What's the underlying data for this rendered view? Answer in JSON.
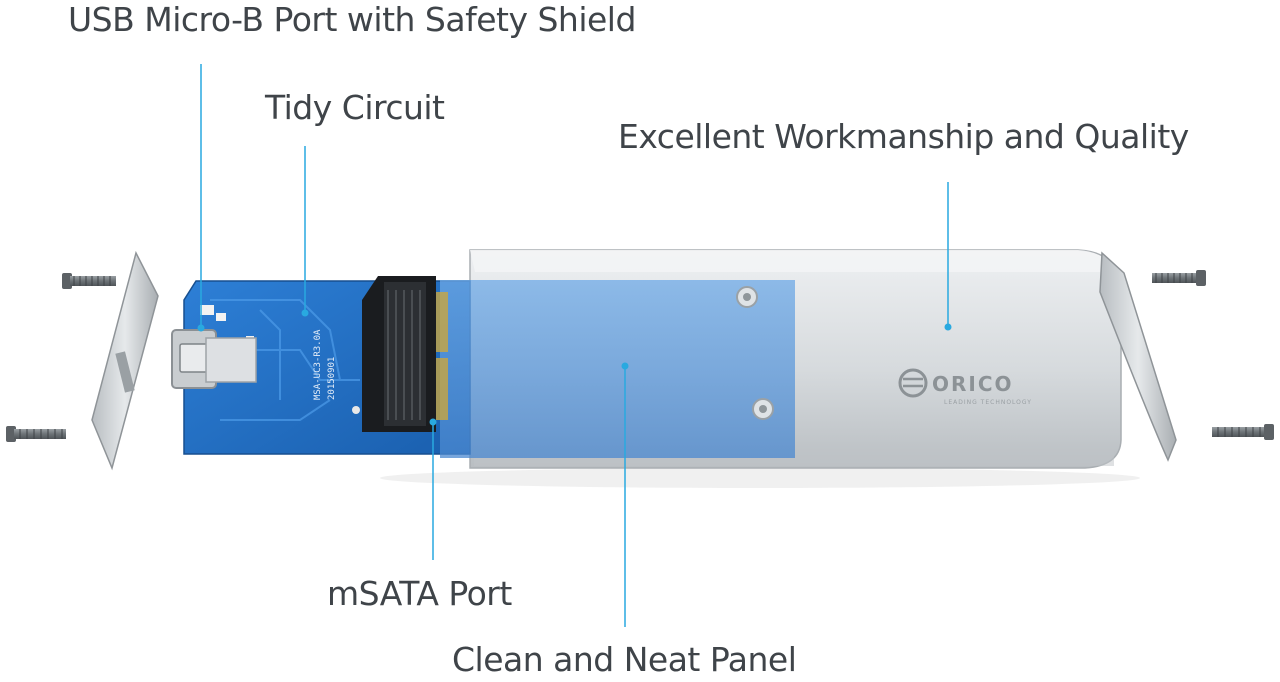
{
  "callouts": {
    "usb_port": "USB Micro-B Port with Safety Shield",
    "tidy_circuit": "Tidy Circuit",
    "workmanship": "Excellent Workmanship and Quality",
    "msata_port": "mSATA Port",
    "clean_panel": "Clean and Neat Panel"
  },
  "product": {
    "brand": "ORICO",
    "brand_tagline": "LEADING TECHNOLOGY",
    "pcb_model": "MSA-UC3-R3.0A",
    "pcb_date": "20150901"
  },
  "colors": {
    "leader_line": "#29a9e0",
    "label_text": "#3f4449",
    "pcb_blue": "#1f6fc4",
    "aluminum": "#d9dde0"
  }
}
